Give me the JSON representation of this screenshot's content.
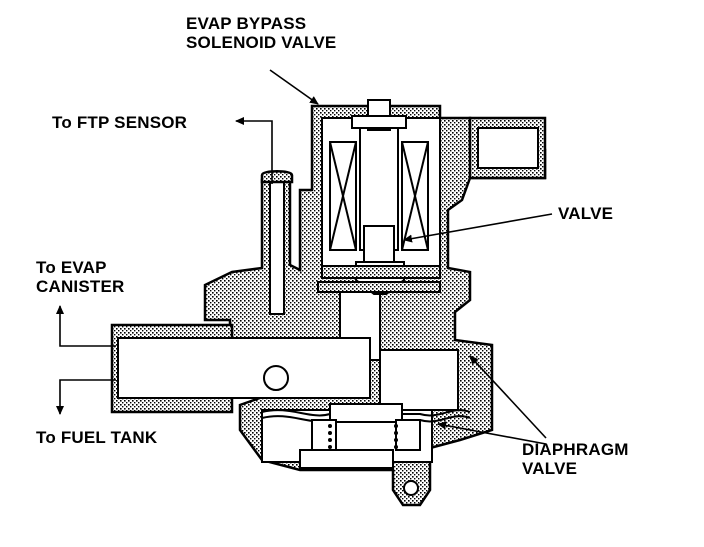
{
  "diagram": {
    "labels": {
      "evap_bypass_line1": "EVAP BYPASS",
      "evap_bypass_line2": "SOLENOID  VALVE",
      "ftp_sensor": "To FTP SENSOR",
      "valve": "VALVE",
      "evap_canister_line1": "To EVAP",
      "evap_canister_line2": "CANISTER",
      "fuel_tank": "To FUEL TANK",
      "diaphragm_line1": "DIAPHRAGM",
      "diaphragm_line2": "VALVE"
    },
    "colors": {
      "ink": "#000000",
      "paper": "#ffffff",
      "hatch": "#000000"
    }
  }
}
